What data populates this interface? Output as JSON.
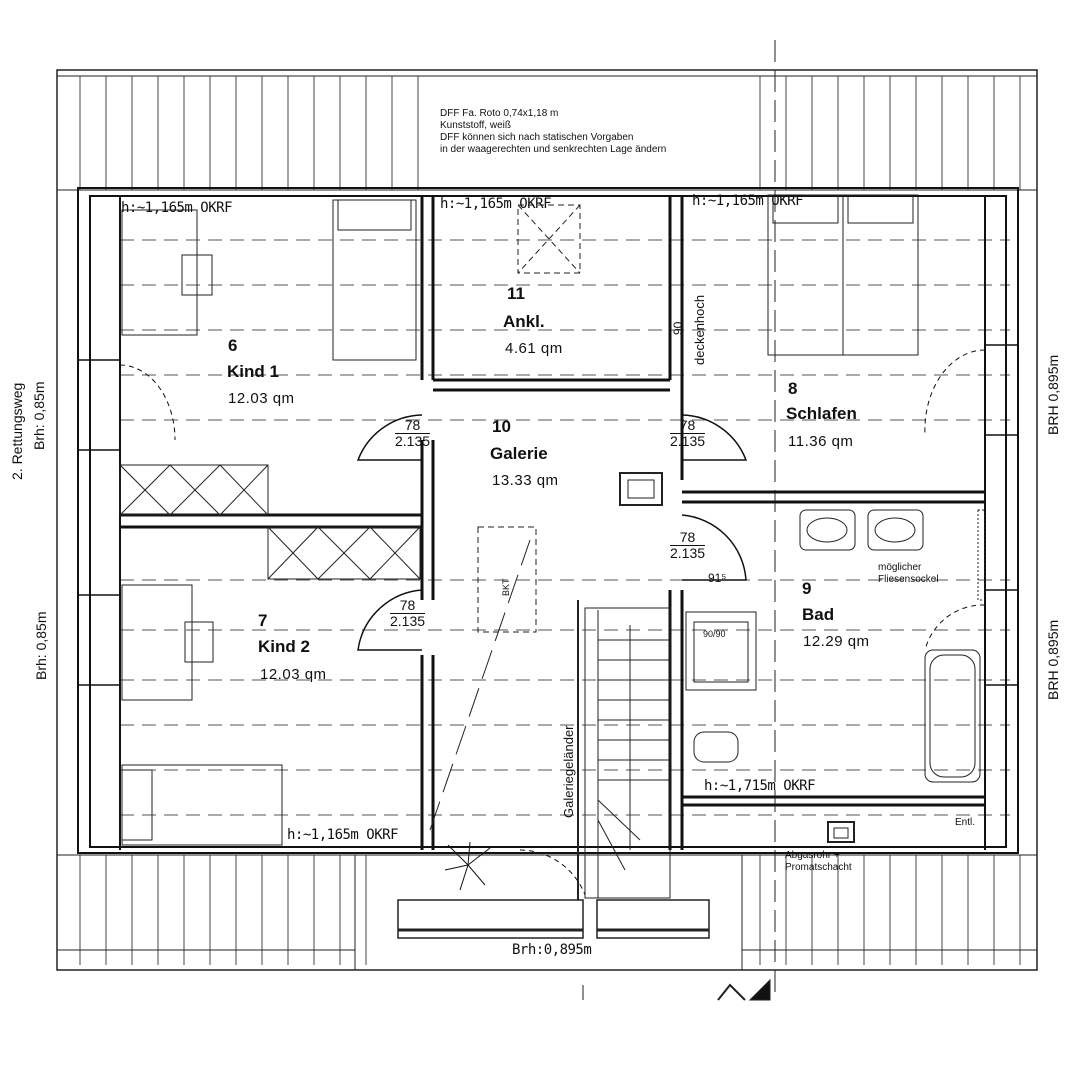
{
  "dachfenster_note": {
    "line1": "DFF Fa. Roto 0,74x1,18 m",
    "line2": "Kunststoff, weiß",
    "line3": "DFF können sich nach statischen Vorgaben",
    "line4": "in der waagerechten und senkrechten Lage ändern"
  },
  "heights": {
    "kind1": "h:~1,165m OKRF",
    "ankl": "h:~1,165m OKRF",
    "schlafen": "h:~1,165m OKRF",
    "kind2": "h:~1,165m OKRF",
    "bad": "h:~1,715m OKRF"
  },
  "rooms": {
    "kind1": {
      "number": "6",
      "name": "Kind 1",
      "area": "12.03 qm"
    },
    "kind2": {
      "number": "7",
      "name": "Kind 2",
      "area": "12.03 qm"
    },
    "schlafen": {
      "number": "8",
      "name": "Schlafen",
      "area": "11.36 qm"
    },
    "bad": {
      "number": "9",
      "name": "Bad",
      "area": "12.29 qm"
    },
    "galerie": {
      "number": "10",
      "name": "Galerie",
      "area": "13.33 qm"
    },
    "ankl": {
      "number": "11",
      "name": "Ankl.",
      "area": "4.61 qm"
    }
  },
  "doors": {
    "kind1": {
      "width": "78",
      "height": "2.135"
    },
    "schlafen": {
      "width": "78",
      "height": "2.135"
    },
    "bad": {
      "width": "78",
      "height": "2.135"
    },
    "kind2": {
      "width": "78",
      "height": "2.135"
    }
  },
  "side_labels": {
    "rettungsweg": "2. Rettungsweg",
    "rettungsweg_brh": "Brh: 0,85m",
    "brh_left_lower": "Brh: 0,85m",
    "brh_right_upper": "BRH 0,895m",
    "brh_right_lower": "BRH 0,895m",
    "brh_bottom": "Brh:0,895m"
  },
  "misc": {
    "deckenhoch": "deckenhoch",
    "deckenhoch_90": "90",
    "shower": "90/90",
    "fliesen": "möglicher Fliesensockel",
    "galeriegelaender": "Galeriegeländer",
    "bkt": "BKT",
    "abgasrohr": "Abgasrohr + Promatschacht",
    "entl": "Entl.",
    "dim_915": "91⁵"
  }
}
